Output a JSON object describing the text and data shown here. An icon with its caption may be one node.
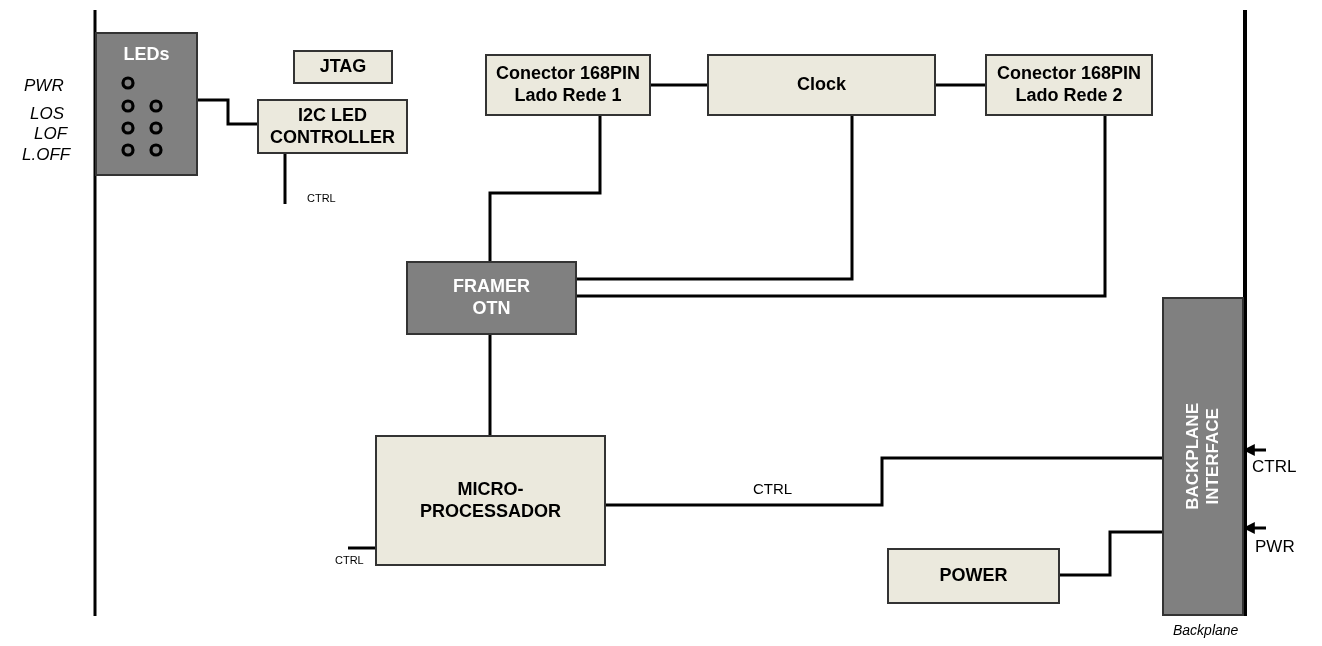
{
  "diagram": {
    "nodes": [
      {
        "text": [
          "LEDs"
        ]
      },
      {
        "text": [
          "JTAG"
        ]
      },
      {
        "text": [
          "I2C LED CONTROLLER"
        ]
      },
      {
        "text": [
          "Conector 168PIN Lado Rede 1"
        ]
      },
      {
        "text": [
          "Clock"
        ]
      },
      {
        "text": [
          "Conector 168PIN Lado Rede 2"
        ]
      },
      {
        "text": [
          "FRAMER OTN"
        ]
      },
      {
        "text": [
          "MICRO- PROCESSADOR"
        ]
      },
      {
        "text": [
          "BACKPLANE INTERFACE"
        ]
      },
      {
        "text": [
          "POWER"
        ]
      }
    ],
    "edges": [
      {
        "from": 0,
        "to": 2,
        "arrow": "none"
      },
      {
        "from": 3,
        "to": 4,
        "arrow": "none"
      },
      {
        "from": 4,
        "to": 5,
        "arrow": "none"
      },
      {
        "from": 3,
        "to": 6,
        "arrow": "none"
      },
      {
        "from": 4,
        "to": 6,
        "arrow": "none"
      },
      {
        "from": 5,
        "to": 6,
        "arrow": "none"
      },
      {
        "from": 6,
        "to": 7,
        "arrow": "none"
      },
      {
        "from": 7,
        "to": 8,
        "arrow": "none",
        "label": "CTRL"
      },
      {
        "from": 9,
        "to": 8,
        "arrow": "none"
      },
      {
        "from": 2,
        "to": null,
        "arrow": "none",
        "label": "CTRL"
      },
      {
        "from": 7,
        "to": null,
        "arrow": "none",
        "label": "CTRL"
      },
      {
        "from": null,
        "to": 8,
        "arrow": "to",
        "label": "CTRL"
      },
      {
        "from": null,
        "to": 8,
        "arrow": "to",
        "label": "PWR"
      }
    ],
    "labels": [
      "PWR",
      "LOS",
      "LOF",
      "L.OFF",
      "Backplane"
    ]
  }
}
